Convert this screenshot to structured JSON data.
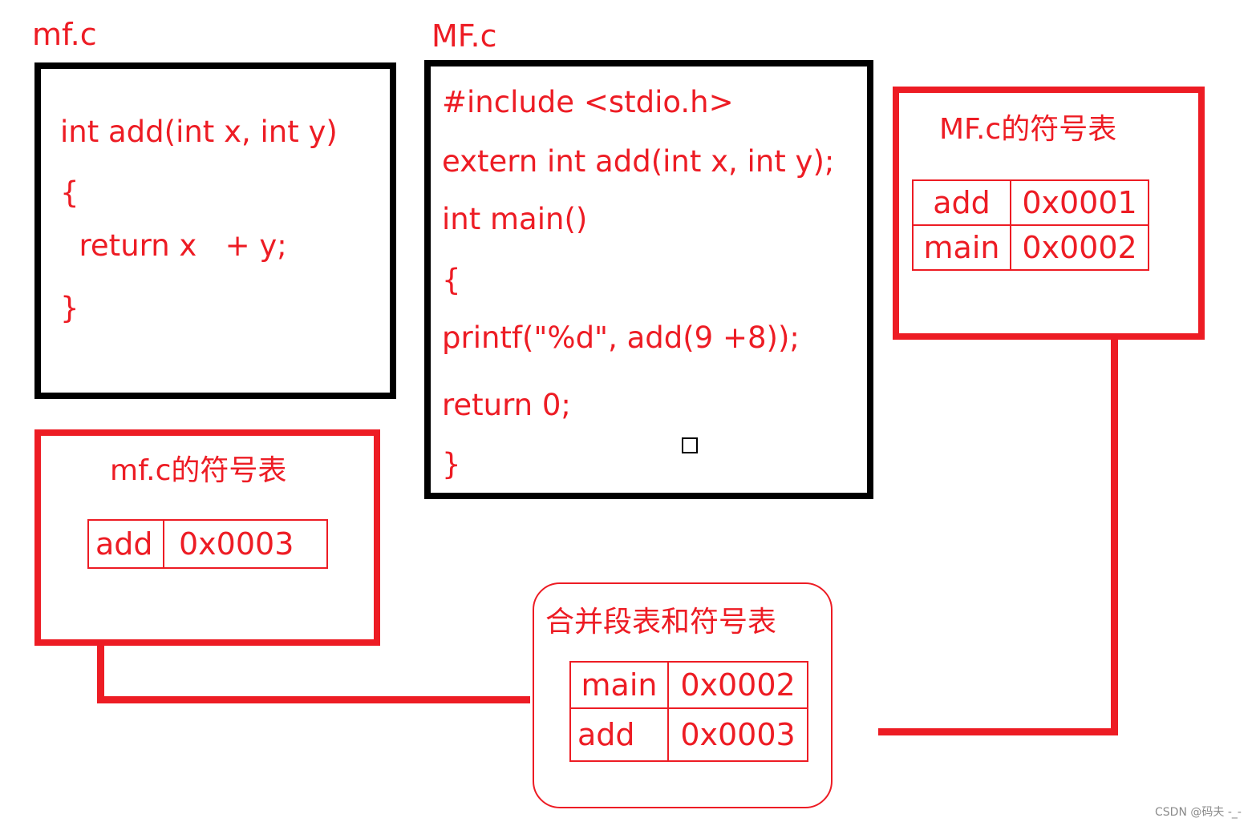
{
  "mf_file": {
    "label": "mf.c",
    "code": [
      "int add(int x, int y)",
      "{",
      "  return x   + y;",
      "}"
    ]
  },
  "MF_file": {
    "label": "MF.c",
    "code": [
      "#include <stdio.h>",
      "extern int add(int x, int y);",
      "int main()",
      "{",
      "printf(\"%d\", add(9 +8));",
      "return 0;",
      "}"
    ]
  },
  "MF_symtab": {
    "title": "MF.c的符号表",
    "rows": [
      {
        "name": "add",
        "addr": "0x0001"
      },
      {
        "name": "main",
        "addr": "0x0002"
      }
    ]
  },
  "mf_symtab": {
    "title": "mf.c的符号表",
    "rows": [
      {
        "name": "add",
        "addr": "0x0003"
      }
    ]
  },
  "merged": {
    "title": "合并段表和符号表",
    "rows": [
      {
        "name": "main",
        "addr": "0x0002"
      },
      {
        "name": "add",
        "addr": "0x0003"
      }
    ]
  },
  "watermark": "CSDN @码夫 -_-",
  "colors": {
    "accent": "#ed1c24",
    "frame": "#000000"
  }
}
